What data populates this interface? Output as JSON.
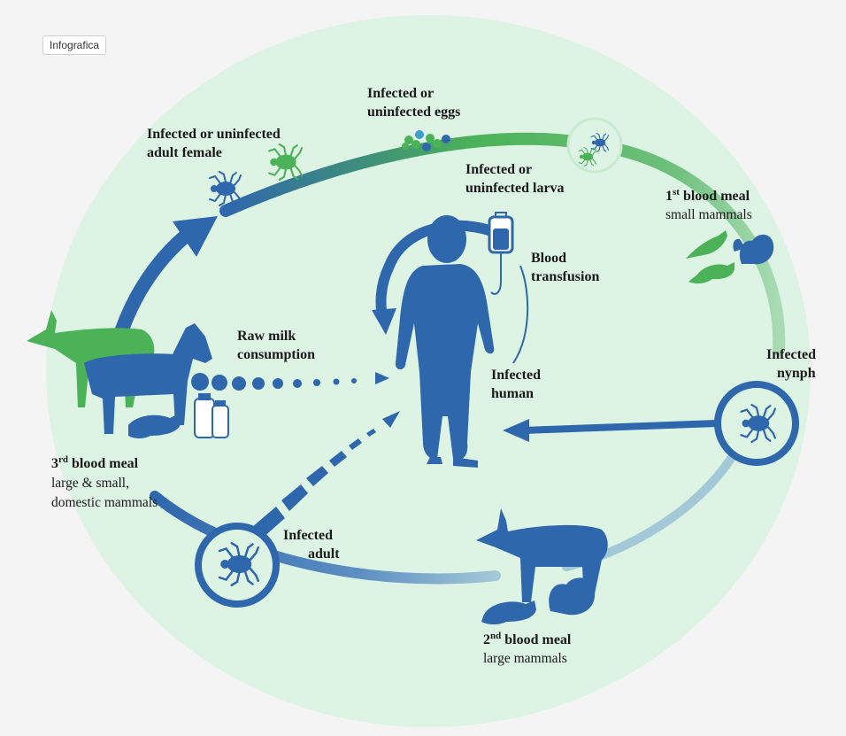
{
  "tag": "Infografica",
  "labels": {
    "adult_female": [
      "Infected or uninfected",
      "adult female"
    ],
    "eggs": [
      "Infected or",
      "uninfected eggs"
    ],
    "larva": [
      "Infected or",
      "uninfected larva"
    ],
    "meal1": {
      "title": "blood meal",
      "ordinal": "1",
      "sup": "st",
      "detail": "small mammals"
    },
    "transfusion": [
      "Blood",
      "transfusion"
    ],
    "raw_milk": [
      "Raw milk",
      "consumption"
    ],
    "nymph": [
      "Infected",
      "nynph"
    ],
    "human": [
      "Infected",
      "human"
    ],
    "meal3": {
      "title": "blood meal",
      "ordinal": "3",
      "sup": "rd",
      "detail": [
        "large & small,",
        "domestic mammals"
      ]
    },
    "adult": [
      "Infected",
      "adult"
    ],
    "meal2": {
      "title": "blood meal",
      "ordinal": "2",
      "sup": "nd",
      "detail": "large mammals"
    }
  },
  "colors": {
    "blue": "#2f67ad",
    "green": "#4bb257",
    "circle": "#ddf3e3",
    "light_blue": "#8fb5d3",
    "light_green": "#a9dbb4"
  },
  "icons": [
    "tick-icon",
    "eggs-icon",
    "bird-icon",
    "squirrel-icon",
    "mouse-icon",
    "deer-icon",
    "goat-icon",
    "milk-bottle-icon",
    "blood-bag-icon",
    "human-figure-icon"
  ]
}
